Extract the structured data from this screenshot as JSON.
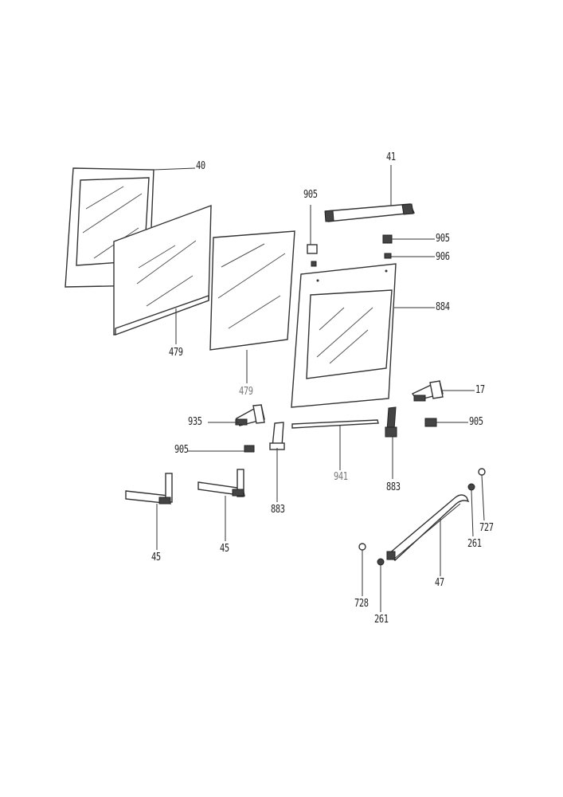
{
  "labels": {
    "p40": "40",
    "p41": "41",
    "p905a": "905",
    "p905b": "905",
    "p906": "906",
    "p884": "884",
    "p479a": "479",
    "p479b": "479",
    "p17": "17",
    "p935": "935",
    "p905c": "905",
    "p905d": "905",
    "p941": "941",
    "p883a": "883",
    "p883b": "883",
    "p45a": "45",
    "p45b": "45",
    "p727": "727",
    "p261a": "261",
    "p261b": "261",
    "p47": "47",
    "p728": "728"
  }
}
